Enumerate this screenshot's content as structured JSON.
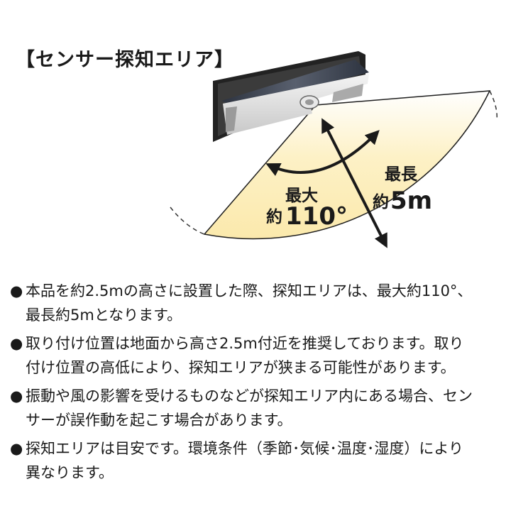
{
  "title": "【センサー探知エリア】",
  "diagram": {
    "angle_label_1": "最大",
    "angle_label_2": "約",
    "angle_value": "110°",
    "range_label_1": "最長",
    "range_label_2": "約",
    "range_value": "5m",
    "colors": {
      "area": "#fdf3c8",
      "frame": "#1e1e1e",
      "panel": "#3a4150"
    }
  },
  "notes": [
    {
      "bullet": "●",
      "lines": [
        "本品を約2.5mの高さに設置した際、探知エリアは、最大約110°、",
        "最長約5mとなります。"
      ]
    },
    {
      "bullet": "●",
      "lines": [
        "取り付け位置は地面から高さ2.5m付近を推奨しております。取り",
        "付け位置の高低により、探知エリアが狭まる可能性があります。"
      ]
    },
    {
      "bullet": "●",
      "lines": [
        "振動や風の影響を受けるものなどが探知エリア内にある場合、セン",
        "サーが誤作動を起こす場合があります。"
      ]
    },
    {
      "bullet": "●",
      "lines": [
        "探知エリアは目安です。環境条件（季節･気候･温度･湿度）により",
        "異なります。"
      ]
    }
  ]
}
